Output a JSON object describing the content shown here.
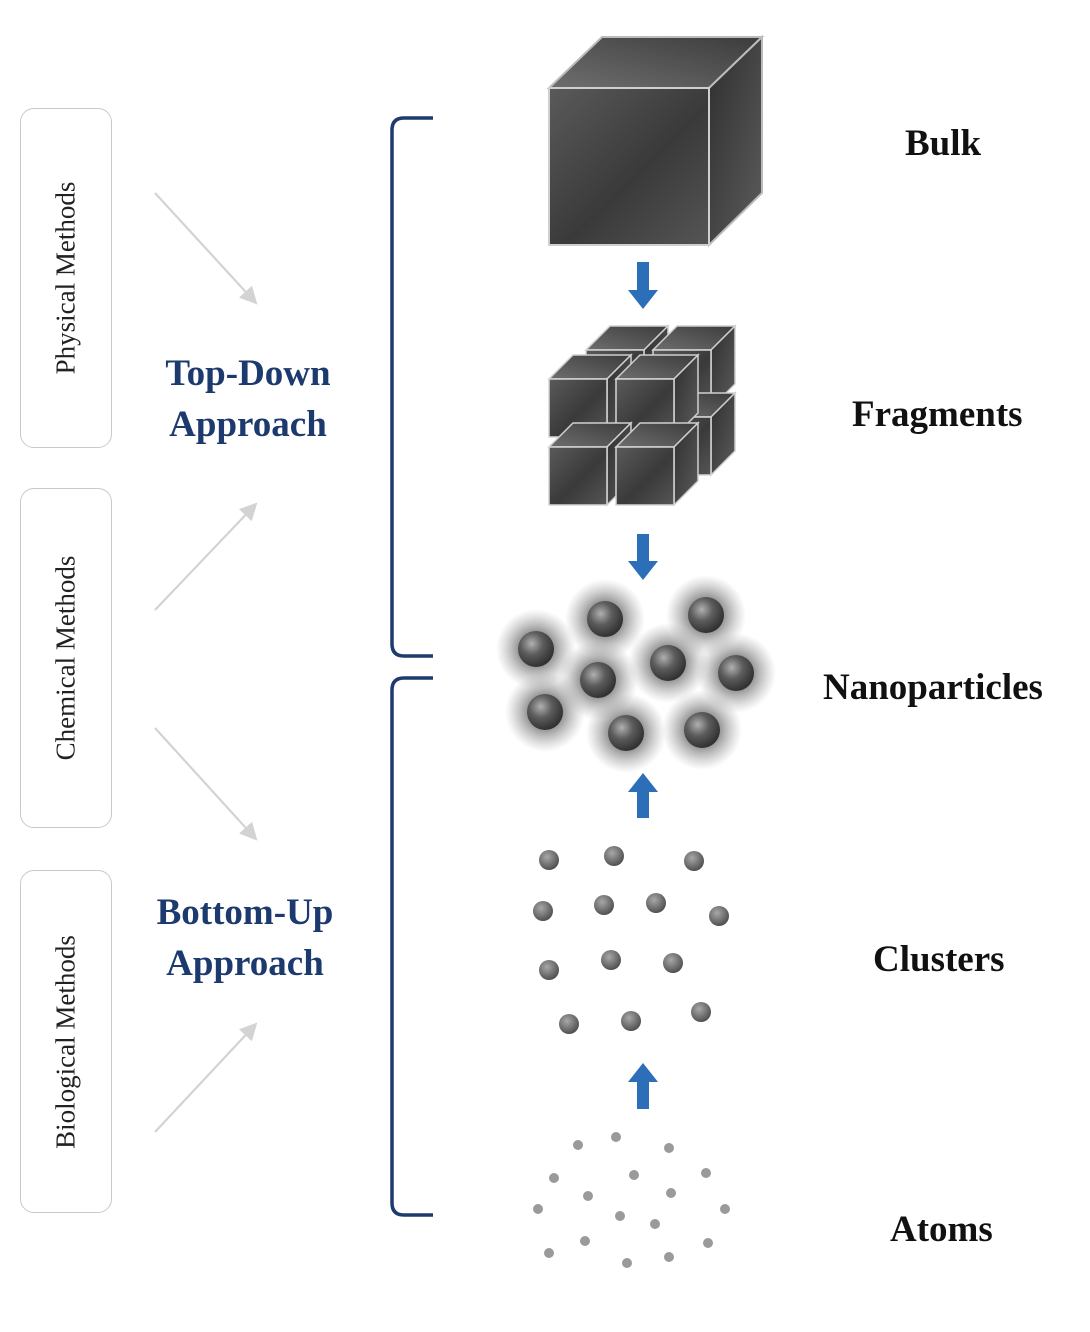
{
  "methods": {
    "physical": "Physical Methods",
    "chemical": "Chemical Methods",
    "biological": "Biological Methods"
  },
  "approaches": {
    "top_down": {
      "line1": "Top-Down",
      "line2": "Approach"
    },
    "bottom_up": {
      "line1": "Bottom-Up",
      "line2": "Approach"
    }
  },
  "stages": {
    "bulk": "Bulk",
    "fragments": "Fragments",
    "nanoparticles": "Nanoparticles",
    "clusters": "Clusters",
    "atoms": "Atoms"
  },
  "colors": {
    "approach_text": "#1c3a6e",
    "bracket": "#1f3a6d",
    "arrow_blue": "#2c6fb8",
    "guide_arrow": "#d3d3d3",
    "box_border": "#c9c9c9"
  }
}
